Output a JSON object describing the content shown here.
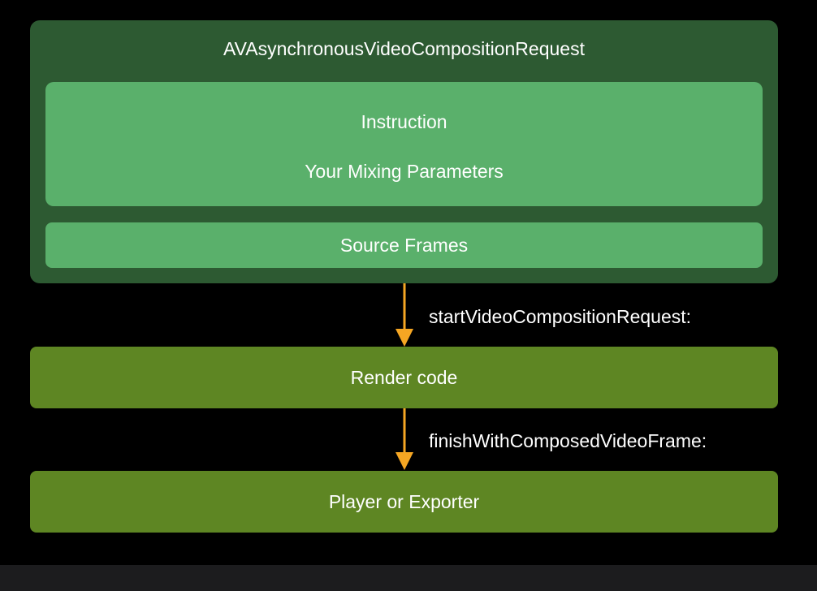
{
  "diagram": {
    "request_box": {
      "title": "AVAsynchronousVideoCompositionRequest",
      "instruction_line_1": "Instruction",
      "instruction_line_2": "Your Mixing Parameters",
      "source_frames": "Source Frames"
    },
    "render_box": "Render code",
    "player_box": "Player or Exporter",
    "edges": [
      {
        "from": "AVAsynchronousVideoCompositionRequest",
        "to": "Render code",
        "label": "startVideoCompositionRequest:"
      },
      {
        "from": "Render code",
        "to": "Player or Exporter",
        "label": "finishWithComposedVideoFrame:"
      }
    ]
  },
  "colors": {
    "background": "#000000",
    "outer_box": "#2d5a32",
    "inner_box": "#5ab06b",
    "render_box": "#5e8623",
    "arrow": "#f5a623",
    "text": "#ffffff"
  }
}
